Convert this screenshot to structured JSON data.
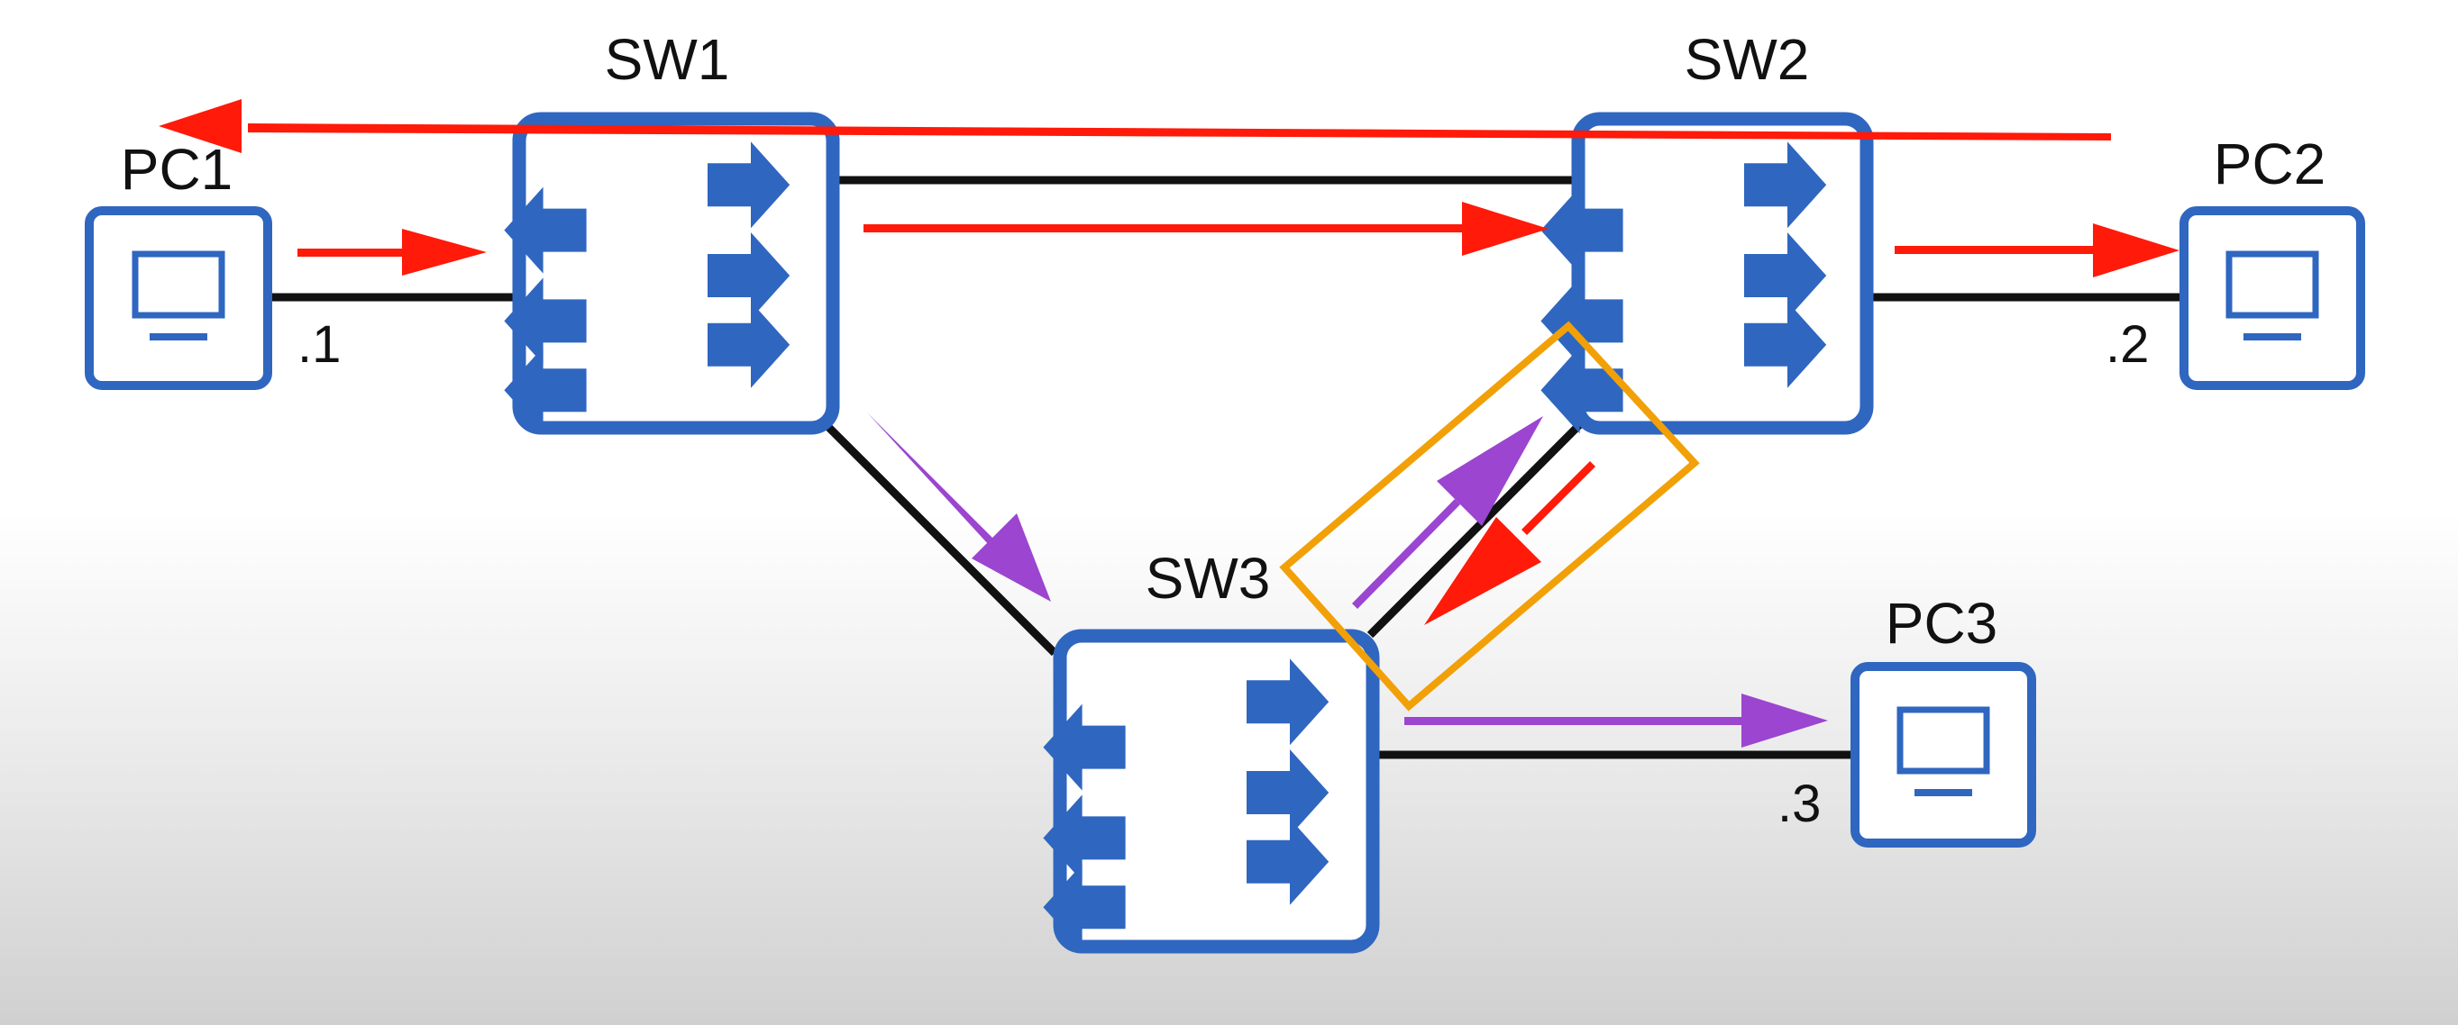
{
  "colors": {
    "device": "#2f66c0",
    "link": "#111111",
    "red_flow": "#ff1a0a",
    "purple_flow": "#9b45d0",
    "highlight": "#f2a008"
  },
  "devices": {
    "sw1": {
      "label": "SW1",
      "icon": "switch-icon"
    },
    "sw2": {
      "label": "SW2",
      "icon": "switch-icon"
    },
    "sw3": {
      "label": "SW3",
      "icon": "switch-icon"
    },
    "pc1": {
      "label": "PC1",
      "icon": "monitor-icon",
      "address": ".1"
    },
    "pc2": {
      "label": "PC2",
      "icon": "monitor-icon",
      "address": ".2"
    },
    "pc3": {
      "label": "PC3",
      "icon": "monitor-icon",
      "address": ".3"
    }
  }
}
